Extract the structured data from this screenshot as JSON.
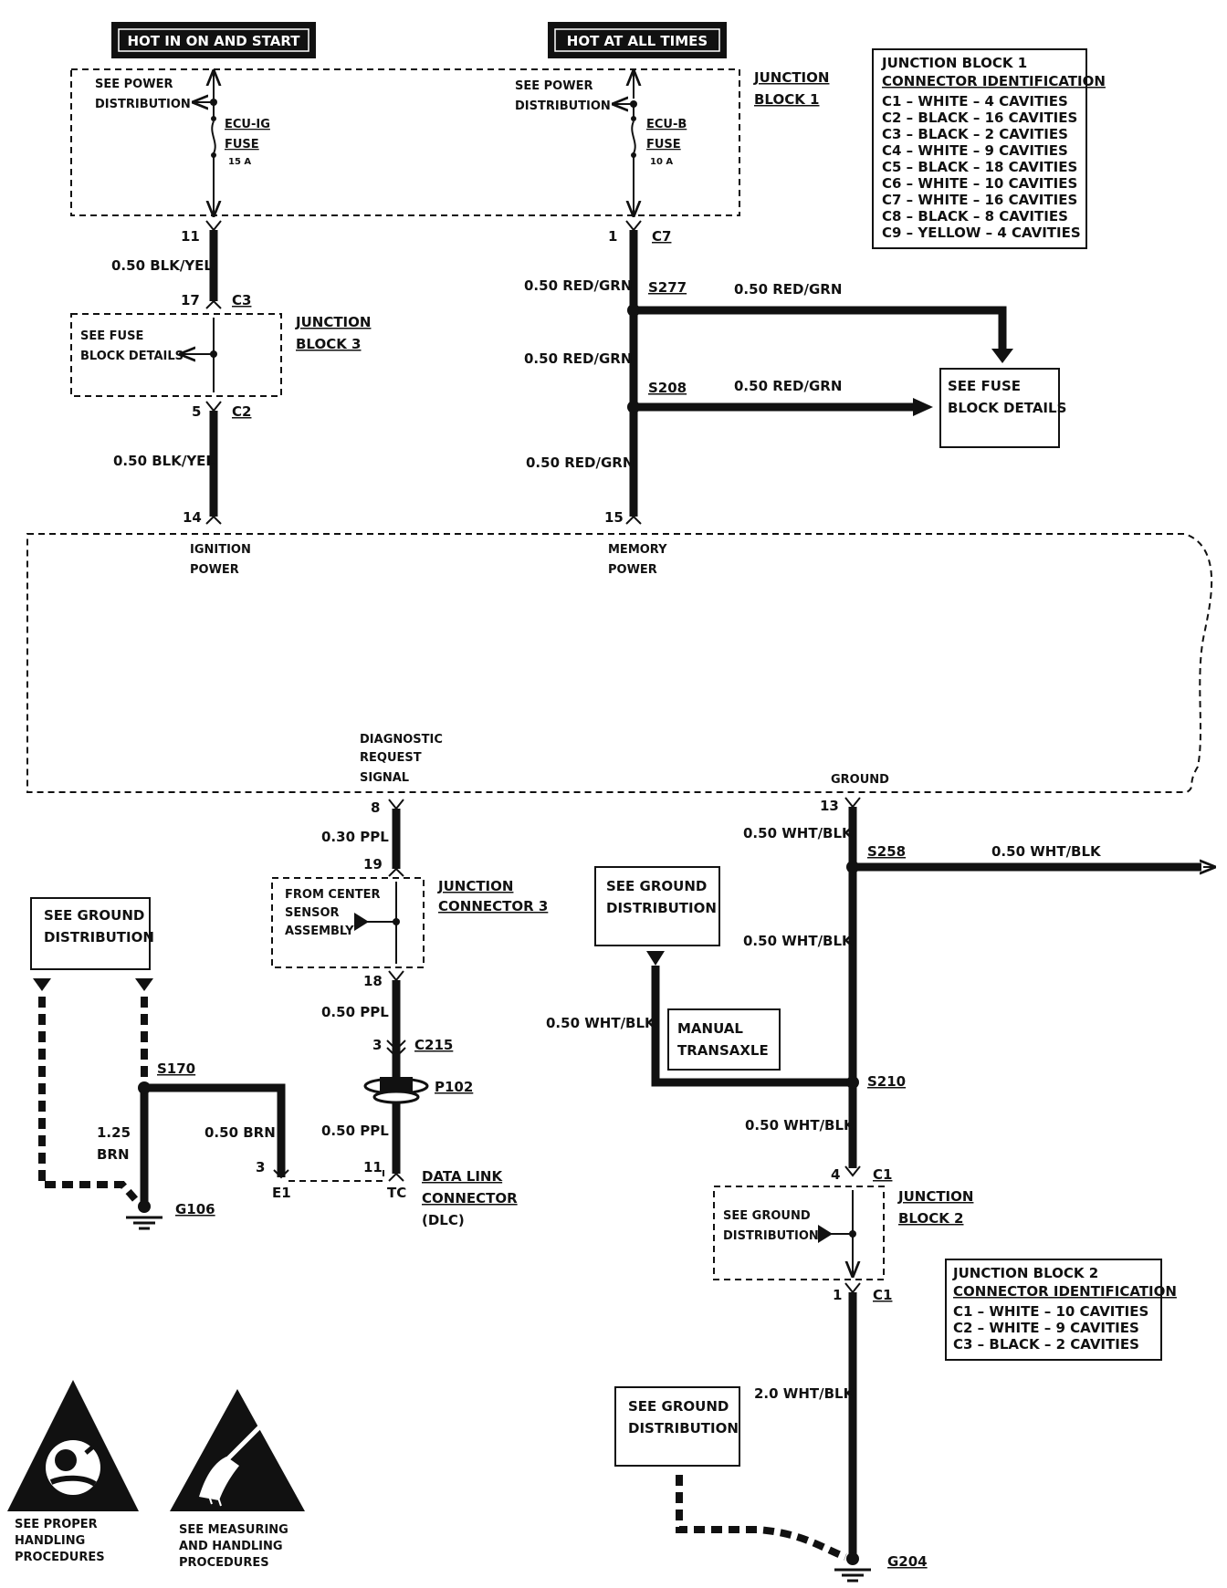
{
  "power": {
    "hot_run": "HOT IN ON AND START",
    "hot_always": "HOT AT ALL TIMES"
  },
  "jb1": {
    "name_l1": "JUNCTION",
    "name_l2": "BLOCK 1",
    "see_power_l1": "SEE POWER",
    "see_power_l2": "DISTRIBUTION",
    "fuse_ig": "ECU-IG",
    "fuse_b": "ECU-B",
    "fuse_word": "FUSE",
    "fuse_ig_amp": "15 A",
    "fuse_b_amp": "10 A"
  },
  "jb1_table": {
    "title_l1": "JUNCTION BLOCK 1",
    "title_l2": "CONNECTOR IDENTIFICATION",
    "rows": [
      "C1 – WHITE – 4 CAVITIES",
      "C2 – BLACK – 16 CAVITIES",
      "C3 – BLACK – 2 CAVITIES",
      "C4 – WHITE – 9 CAVITIES",
      "C5 – BLACK – 18 CAVITIES",
      "C6 – WHITE – 10 CAVITIES",
      "C7 – WHITE – 16 CAVITIES",
      "C8 – BLACK – 8 CAVITIES",
      "C9 – YELLOW – 4 CAVITIES"
    ]
  },
  "left_wire": {
    "pin11": "11",
    "wire1": "0.50 BLK/YEL",
    "pin17": "17",
    "c3": "C3",
    "pin5": "5",
    "c2": "C2",
    "wire2": "0.50 BLK/YEL",
    "pin14": "14"
  },
  "jb3": {
    "name_l1": "JUNCTION",
    "name_l2": "BLOCK 3",
    "see_l1": "SEE FUSE",
    "see_l2": "BLOCK DETAILS"
  },
  "right_wire": {
    "pin1": "1",
    "c7": "C7",
    "wire": "0.50 RED/GRN",
    "s277": "S277",
    "s208": "S208",
    "pin15": "15",
    "fuse_box_l1": "SEE FUSE",
    "fuse_box_l2": "BLOCK DETAILS"
  },
  "module": {
    "ign_l1": "IGNITION",
    "ign_l2": "POWER",
    "mem_l1": "MEMORY",
    "mem_l2": "POWER",
    "diag_l1": "DIAGNOSTIC",
    "diag_l2": "REQUEST",
    "diag_l3": "SIGNAL",
    "ground": "GROUND"
  },
  "diag_wire": {
    "pin8": "8",
    "wire030": "0.30 PPL",
    "pin19": "19",
    "pin18": "18",
    "wire050": "0.50 PPL",
    "pin3": "3",
    "c215": "C215",
    "p102": "P102",
    "pin11": "11",
    "tc": "TC",
    "e1": "E1",
    "pin3_e1": "3",
    "dlc_l1": "DATA LINK",
    "dlc_l2": "CONNECTOR",
    "dlc_l3": "(DLC)"
  },
  "jc3": {
    "name_l1": "JUNCTION",
    "name_l2": "CONNECTOR 3",
    "from_l1": "FROM CENTER",
    "from_l2": "SENSOR",
    "from_l3": "ASSEMBLY"
  },
  "left_ground": {
    "see_l1": "SEE GROUND",
    "see_l2": "DISTRIBUTION",
    "s170": "S170",
    "wire125_l1": "1.25",
    "wire125_l2": "BRN",
    "brn": "0.50 BRN",
    "g106": "G106"
  },
  "ground_wire": {
    "pin13": "13",
    "wire": "0.50 WHT/BLK",
    "s258": "S258",
    "s210": "S210",
    "see_gd_l1": "SEE GROUND",
    "see_gd_l2": "DISTRIBUTION",
    "manual_l1": "MANUAL",
    "manual_l2": "TRANSAXLE",
    "pin4": "4",
    "c1": "C1",
    "pin1": "1",
    "wire20": "2.0 WHT/BLK",
    "g204": "G204"
  },
  "jb2": {
    "name_l1": "JUNCTION",
    "name_l2": "BLOCK 2",
    "see_l1": "SEE GROUND",
    "see_l2": "DISTRIBUTION"
  },
  "jb2_table": {
    "title_l1": "JUNCTION BLOCK 2",
    "title_l2": "CONNECTOR IDENTIFICATION",
    "rows": [
      "C1 – WHITE – 10 CAVITIES",
      "C2 – WHITE – 9 CAVITIES",
      "C3 – BLACK – 2 CAVITIES"
    ]
  },
  "warnings": {
    "handling_l1": "SEE PROPER",
    "handling_l2": "HANDLING",
    "handling_l3": "PROCEDURES",
    "measuring_l1": "SEE MEASURING",
    "measuring_l2": "AND HANDLING",
    "measuring_l3": "PROCEDURES"
  }
}
